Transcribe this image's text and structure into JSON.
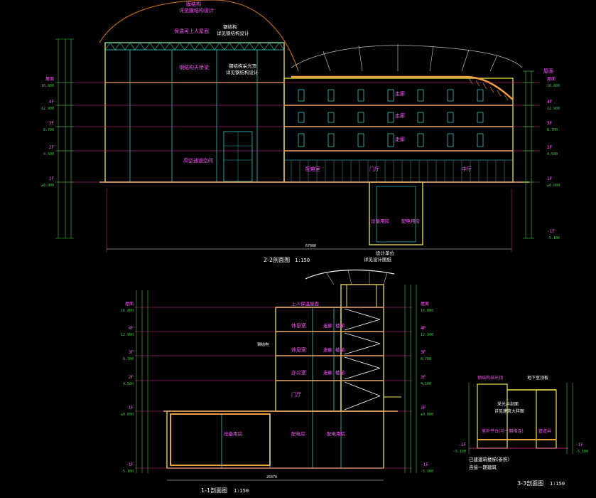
{
  "colors": {
    "background": "#000000",
    "wall": "#f0e64a",
    "window": "#40e0e0",
    "level": "#e0309a",
    "dimension": "#3ad13a",
    "roof": "#f2f2f2",
    "dome": "#b5651d",
    "label_magenta": "#ff52ff",
    "label_white": "#ffffff"
  },
  "top_section": {
    "title": "2-2剖面图",
    "scale": "1:150",
    "callouts": {
      "dome_1": "膜结构",
      "dome_2": "详见膜结构设计",
      "roof_garden": "保温可上人屋面",
      "steel_1": "钢结构",
      "steel_2": "详见钢结构设计",
      "steel_truss": "钢结构天桥梁",
      "steel_truss_2": "钢结构采光顶",
      "steel_truss_3": "详见钢结构设计",
      "hall": "高空通道空间",
      "corridor_1": "走廊",
      "corridor_2": "走廊",
      "corridor_3": "走廊",
      "lobby": "门厅",
      "lobby_side": "中厅",
      "bike_room": "配电室",
      "basement_1": "设备用房",
      "basement_2": "配电用房",
      "roof_right": "屋面",
      "bottom_note_1": "设计单位",
      "bottom_note_2": "详见设计图纸"
    },
    "levels_left": [
      {
        "label": "屋面",
        "value": "16.800"
      },
      {
        "label": "4F",
        "value": "12.900"
      },
      {
        "label": "3F",
        "value": "8.700"
      },
      {
        "label": "2F",
        "value": "4.500"
      },
      {
        "label": "1F",
        "value": "±0.000"
      }
    ],
    "levels_right": [
      {
        "label": "屋面",
        "value": "16.800"
      },
      {
        "label": "4F",
        "value": "12.900"
      },
      {
        "label": "3F",
        "value": "8.700"
      },
      {
        "label": "2F",
        "value": "4.500"
      },
      {
        "label": "1F",
        "value": "±0.000"
      },
      {
        "label": "-1F",
        "value": "-5.100"
      }
    ],
    "total_width": "67000"
  },
  "middle_section": {
    "title": "1-1剖面图",
    "scale": "1:150",
    "callouts": {
      "roof_top": "上人保温屋面",
      "room_4": "休息室",
      "room_3": "休息室",
      "room_2": "办公室",
      "lobby": "门厅",
      "stair_4": "走廊",
      "stair_3": "走廊",
      "stair_2": "走廊",
      "stair_label_4": "楼梯",
      "stair_label_3": "楼梯",
      "stair_label_2": "楼梯",
      "basement_1": "设备用房",
      "basement_2": "配电房",
      "basement_3": "配电用房",
      "steel_stair": "钢结构"
    },
    "levels_left": [
      {
        "label": "屋面",
        "value": "16.800"
      },
      {
        "label": "4F",
        "value": "12.900"
      },
      {
        "label": "3F",
        "value": "8.700"
      },
      {
        "label": "2F",
        "value": "4.500"
      },
      {
        "label": "1F",
        "value": "±0.000"
      },
      {
        "label": "-1F",
        "value": "-5.100"
      }
    ],
    "levels_right": [
      {
        "label": "屋面",
        "value": "16.800"
      },
      {
        "label": "4F",
        "value": "12.900"
      },
      {
        "label": "3F",
        "value": "8.700"
      },
      {
        "label": "2F",
        "value": "4.500"
      },
      {
        "label": "1F",
        "value": "±0.000"
      },
      {
        "label": "-1F",
        "value": "-5.100"
      }
    ],
    "total_width": "26470"
  },
  "small_section": {
    "title": "3-3剖面图",
    "scale": "1:150",
    "callouts": {
      "top_1": "钢结构采光顶",
      "top_2": "地下室顶板",
      "mid_1": "采光井剖面",
      "mid_2": "详见建筑大样图",
      "mid_3": "室外平台(与一期相连)",
      "mid_4": "管道井",
      "bottom_1": "已建建筑楼梯(参照)",
      "bottom_2": "连接一期建筑"
    },
    "levels_left": [
      {
        "label": "-1F",
        "value": "-5.100"
      }
    ],
    "levels_right": [
      {
        "label": "-1F",
        "value": "-5.100"
      }
    ]
  }
}
